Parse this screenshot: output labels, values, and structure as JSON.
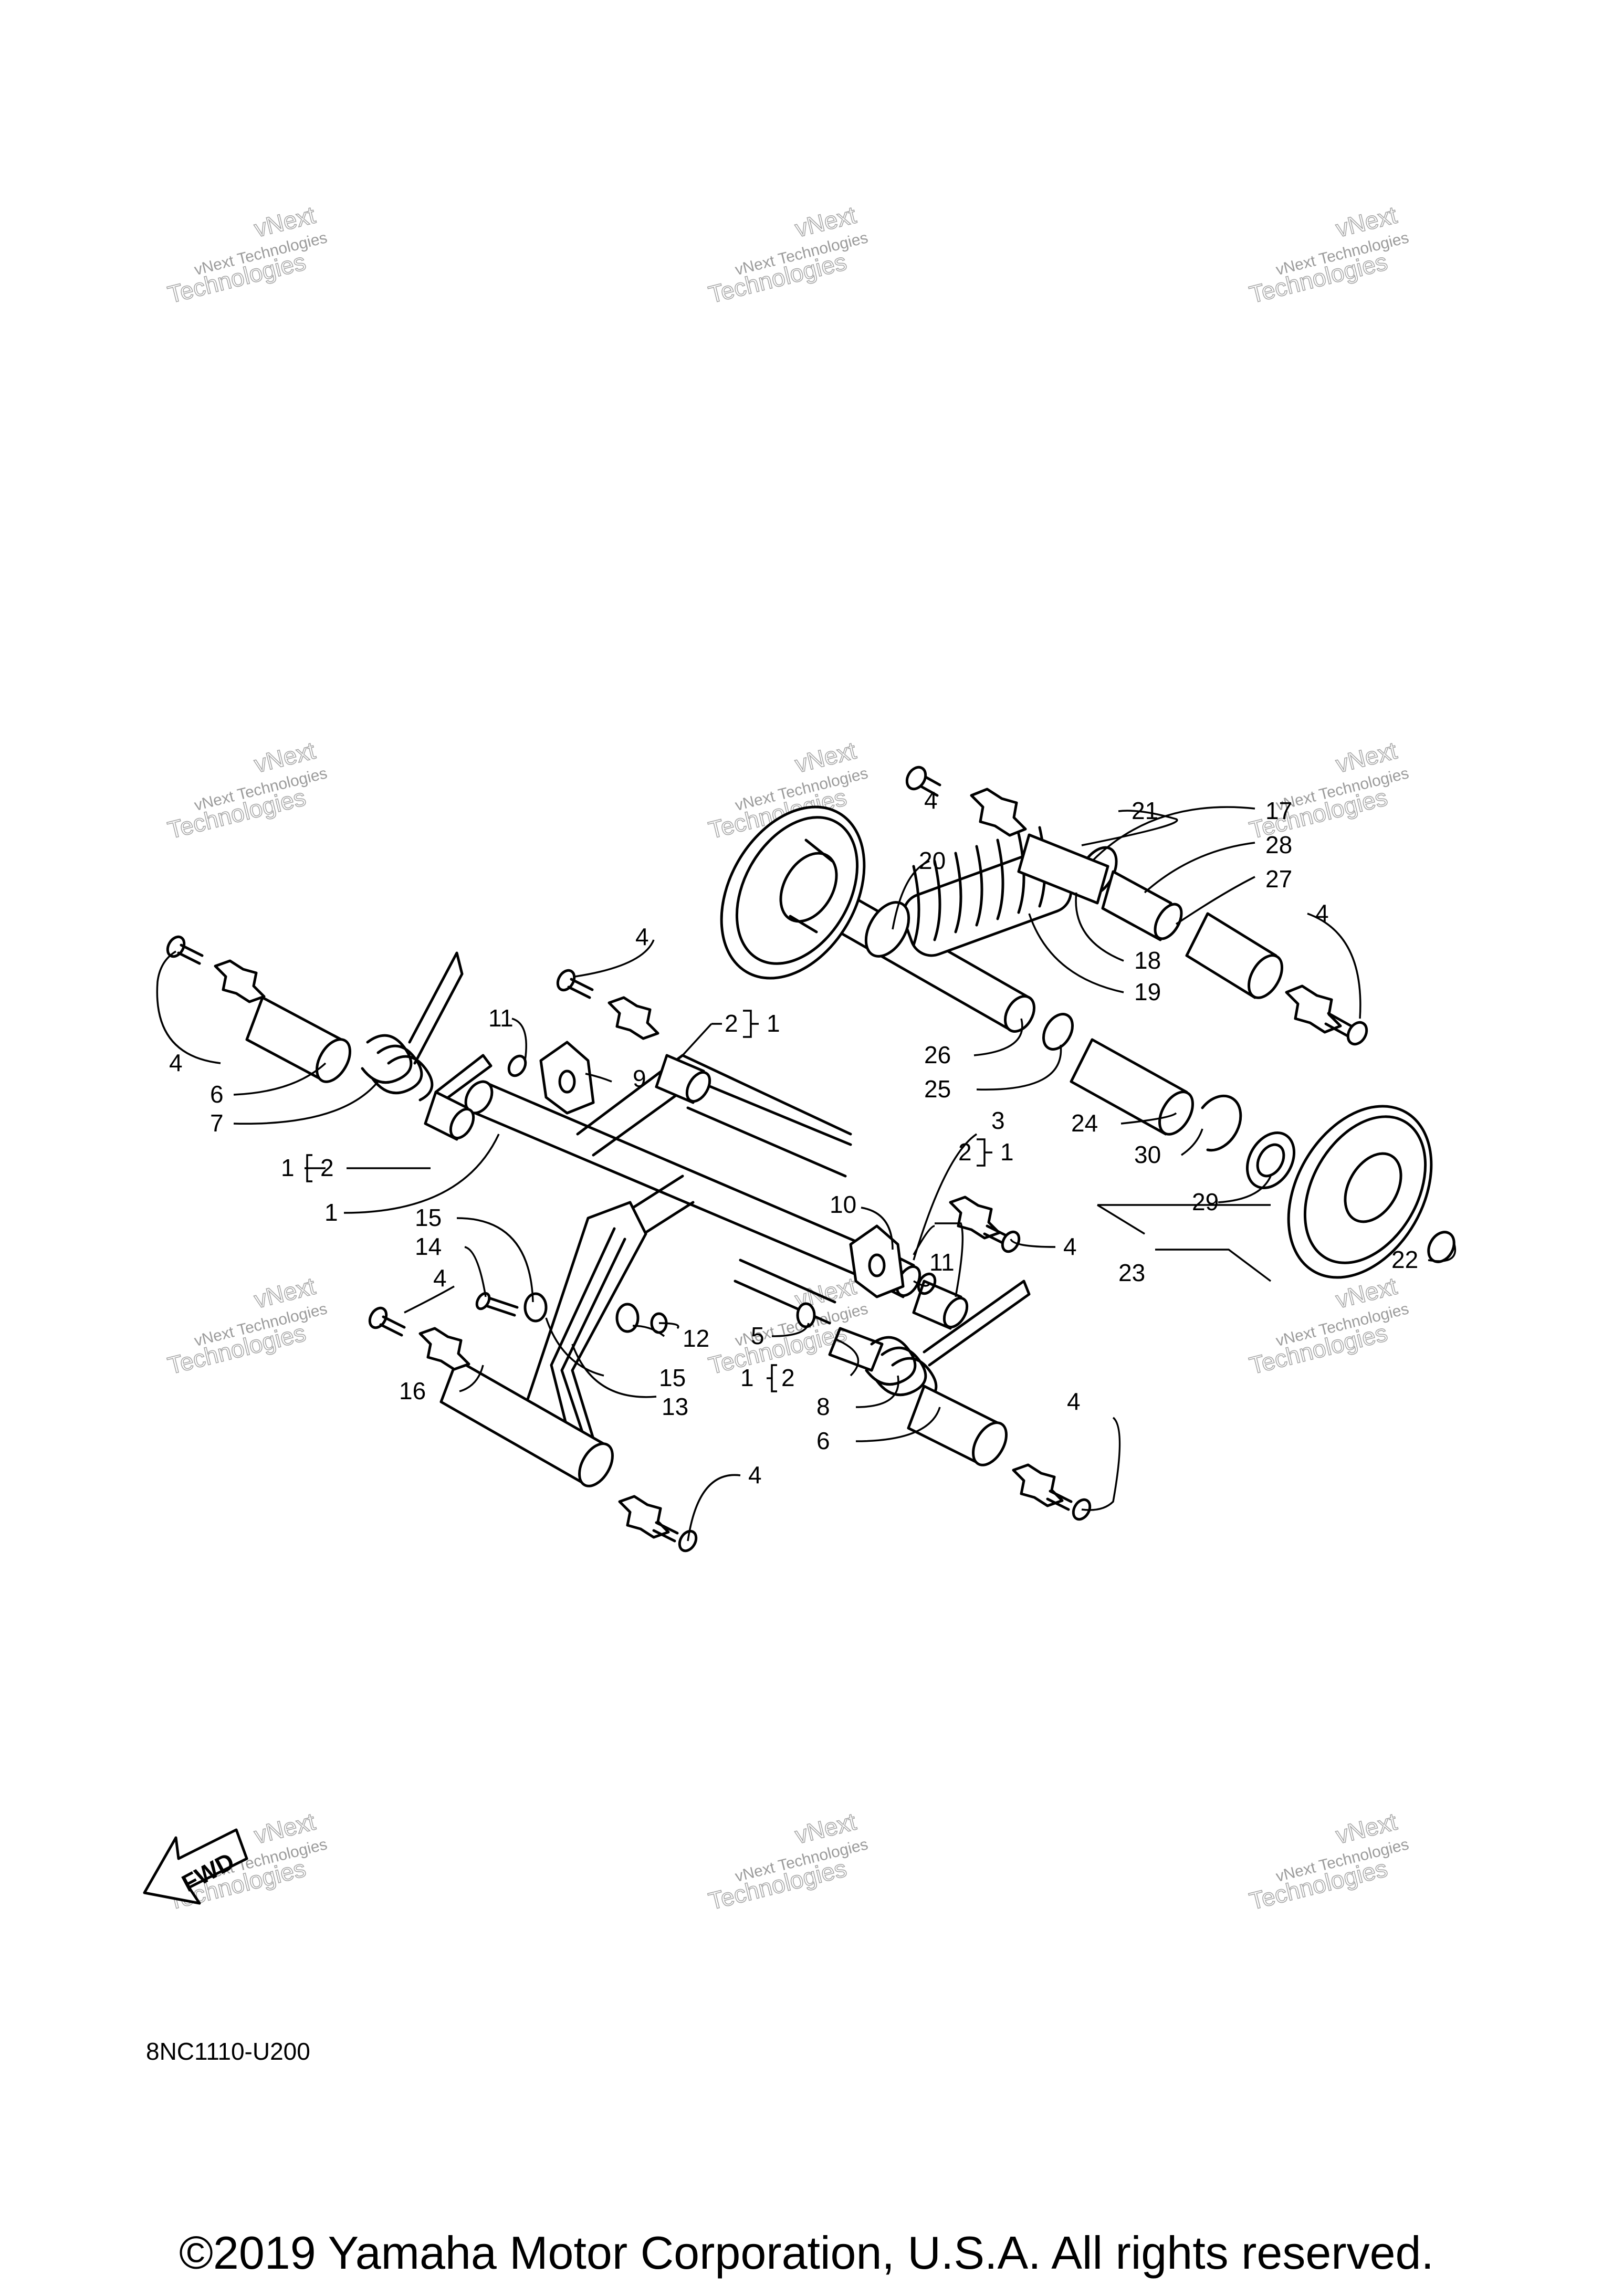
{
  "diagram": {
    "code": "8NC1110-U200",
    "copyright": "©2019 Yamaha Motor Corporation, U.S.A. All rights reserved.",
    "fwd_label": "FWD",
    "watermark": "vNext Technologies",
    "watermark_big_1": "vNext",
    "watermark_big_2": "Technologies",
    "callouts": [
      "1",
      "2",
      "3",
      "4",
      "5",
      "6",
      "7",
      "8",
      "9",
      "10",
      "11",
      "12",
      "13",
      "14",
      "15",
      "16",
      "17",
      "18",
      "19",
      "20",
      "21",
      "22",
      "23",
      "24",
      "25",
      "26",
      "27",
      "28",
      "29",
      "30"
    ]
  }
}
